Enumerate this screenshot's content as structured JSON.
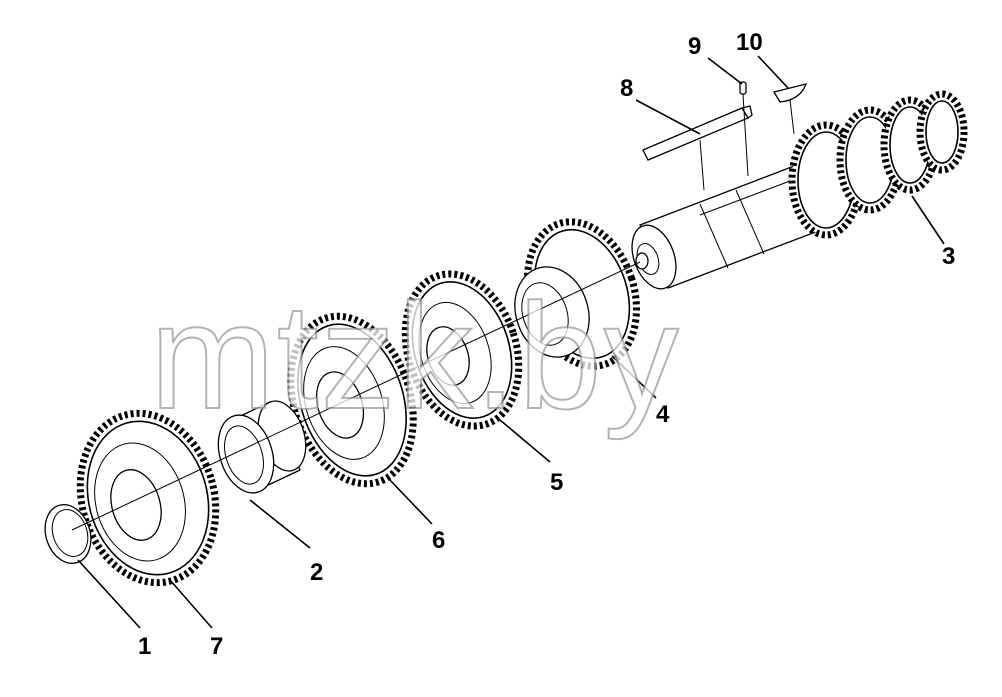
{
  "diagram": {
    "watermark": "mtzk.by",
    "labels": {
      "p1": "1",
      "p2": "2",
      "p3": "3",
      "p4": "4",
      "p5": "5",
      "p6": "6",
      "p7": "7",
      "p8": "8",
      "p9": "9",
      "p10": "10"
    }
  }
}
